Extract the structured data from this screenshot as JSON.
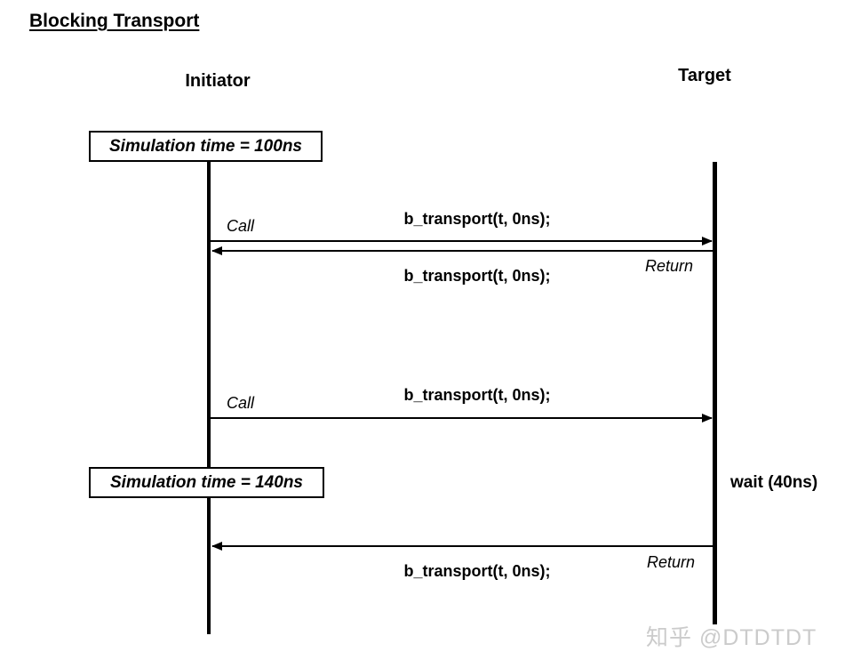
{
  "title": "Blocking Transport",
  "colors": {
    "background": "#ffffff",
    "line": "#000000",
    "watermark": "#cbcbcb"
  },
  "lifelines": {
    "initiator": {
      "label": "Initiator"
    },
    "target": {
      "label": "Target"
    }
  },
  "time_boxes": [
    {
      "label": "Simulation time = 100ns"
    },
    {
      "label": "Simulation time = 140ns"
    }
  ],
  "messages": [
    {
      "kind": "call",
      "label": "Call",
      "signature": "b_transport(t, 0ns);",
      "from": "initiator",
      "to": "target"
    },
    {
      "kind": "return",
      "label": "Return",
      "signature": "b_transport(t, 0ns);",
      "from": "target",
      "to": "initiator"
    },
    {
      "kind": "call",
      "label": "Call",
      "signature": "b_transport(t, 0ns);",
      "from": "initiator",
      "to": "target"
    },
    {
      "kind": "return",
      "label": "Return",
      "signature": "b_transport(t, 0ns);",
      "from": "target",
      "to": "initiator"
    }
  ],
  "annotations": [
    {
      "label": "wait (40ns)"
    }
  ],
  "watermark": {
    "text": "知乎 @DTDTDT"
  }
}
